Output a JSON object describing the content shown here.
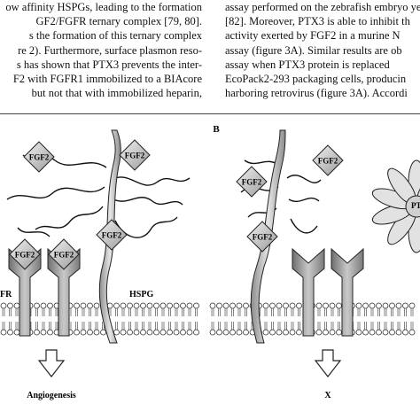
{
  "left_column": {
    "lines": [
      "ow affinity HSPGs, leading to the formation",
      "GF2/FGFR ternary complex [79, 80].",
      "re 2). Furthermore, surface plasmon reso-",
      "s has shown that PTX3 prevents the inter-",
      "F2 with FGFR1 immobilized to a BIAcore",
      "but not that with immobilized heparin,"
    ],
    "partial_line": "s the formation of this ternary complex"
  },
  "right_column": {
    "lines": [
      "assay performed on the zebrafish embryo ye",
      "[82]. Moreover, PTX3 is able to inhibit th",
      "activity exerted by FGF2 in a murine N",
      "assay (figure 3A). Similar results are ob",
      "assay when PTX3 protein is replaced",
      "EcoPack2-293 packaging cells, producin",
      "harboring retrovirus (figure 3A). Accordi"
    ]
  },
  "figure": {
    "panel_label_b": "B",
    "fgf2_label": "FGF2",
    "fgfr_label": "FR",
    "hspg_label": "HSPG",
    "ptx3_label": "PT",
    "outcome_a": "Angiogenesis",
    "outcome_b": "X"
  }
}
